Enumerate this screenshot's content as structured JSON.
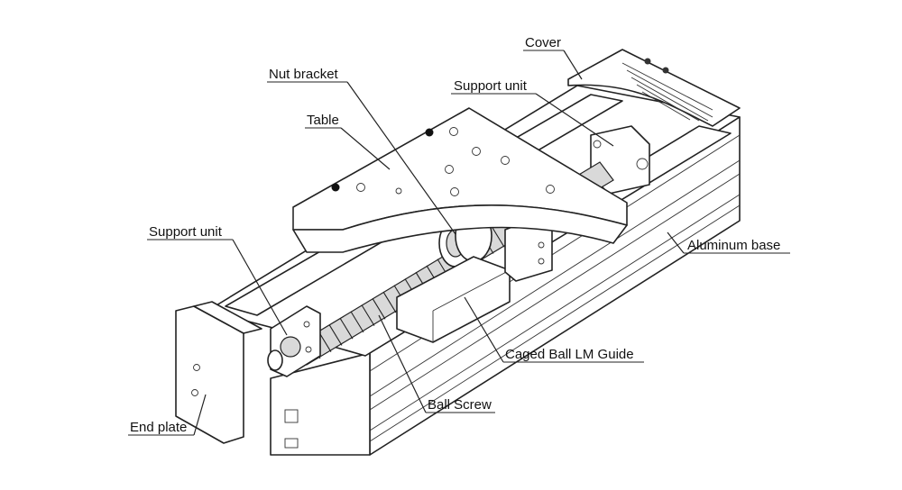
{
  "labels": {
    "cover": "Cover",
    "nut_bracket": "Nut bracket",
    "support_unit_top": "Support unit",
    "table": "Table",
    "support_unit_left": "Support unit",
    "aluminum_base": "Aluminum base",
    "caged_ball_lm_guide": "Caged Ball LM Guide",
    "ball_screw": "Ball Screw",
    "end_plate": "End plate"
  }
}
